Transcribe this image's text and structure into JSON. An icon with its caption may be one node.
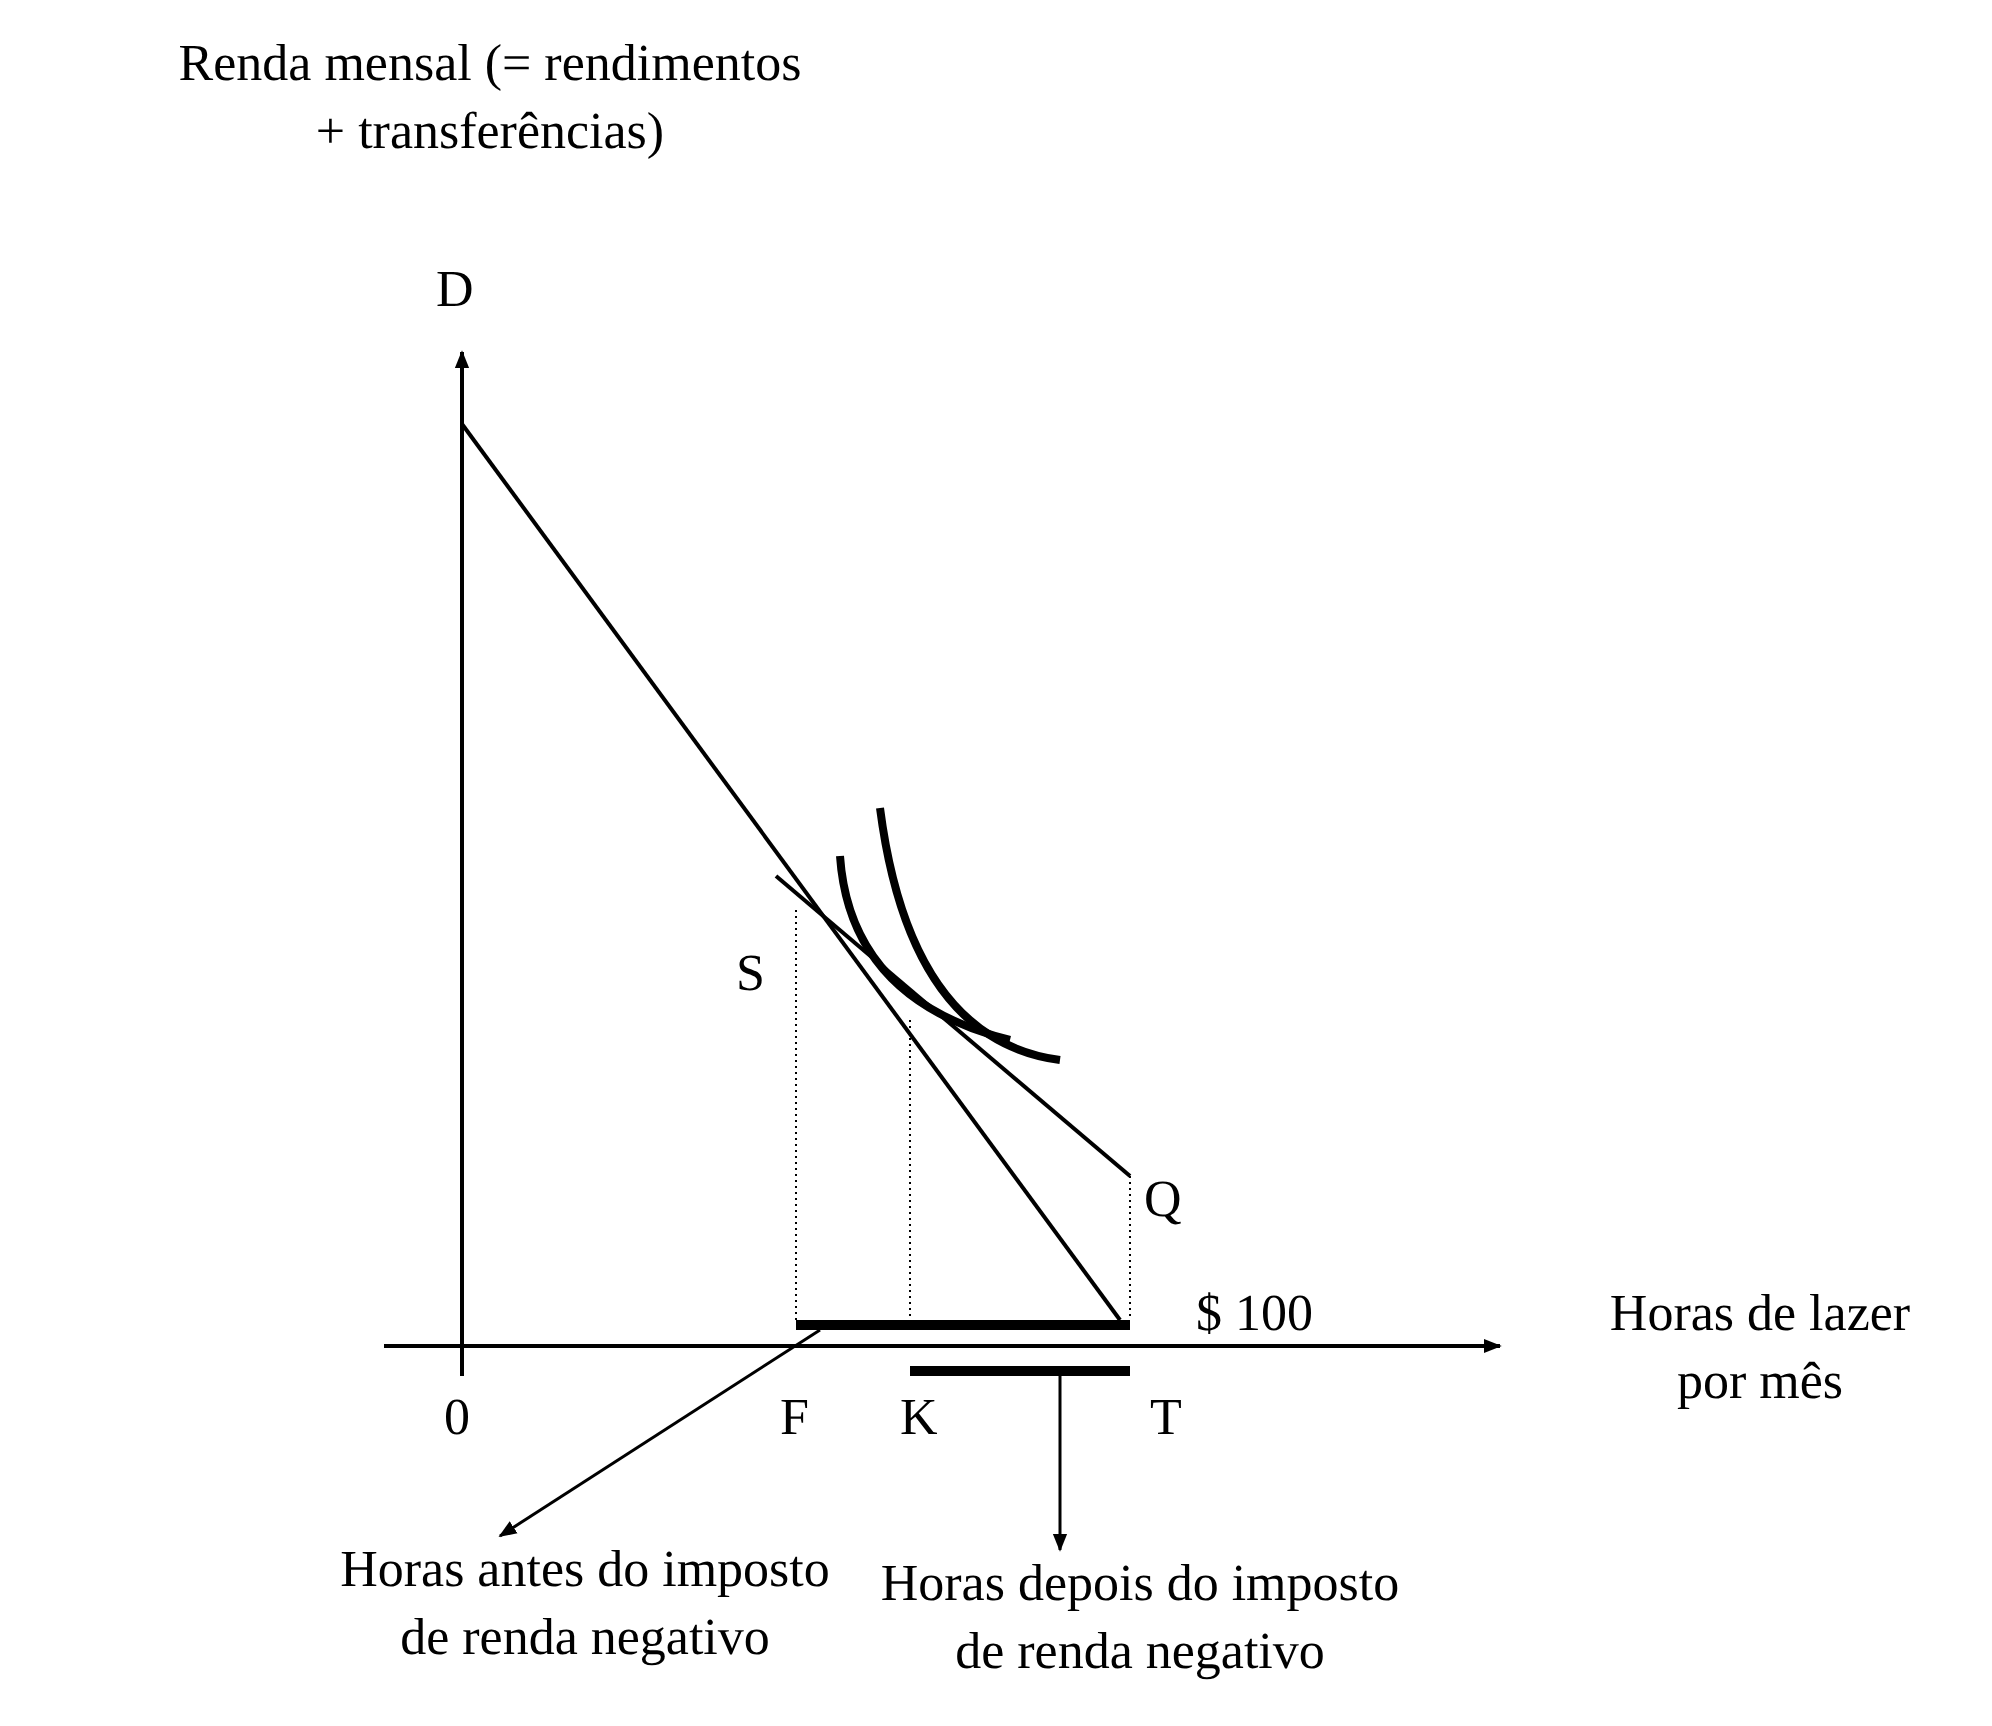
{
  "diagram": {
    "nodes": [
      {
        "text": [],
        "shape": "bar"
      },
      {
        "text": [
          "Horas antes do imposto de renda negativo"
        ]
      },
      {
        "text": [],
        "shape": "bar"
      },
      {
        "text": [
          "Horas depois do imposto de renda negativo"
        ]
      }
    ],
    "edges": [
      {
        "from": 0,
        "to": 1,
        "arrow": "to"
      },
      {
        "from": 2,
        "to": 3,
        "arrow": "to"
      }
    ],
    "labels": [
      "Renda mensal (= rendimentos + transferências)",
      "D",
      "S",
      "Q",
      "$ 100",
      "Horas de lazer por mês",
      "0",
      "F",
      "K",
      "T"
    ]
  }
}
